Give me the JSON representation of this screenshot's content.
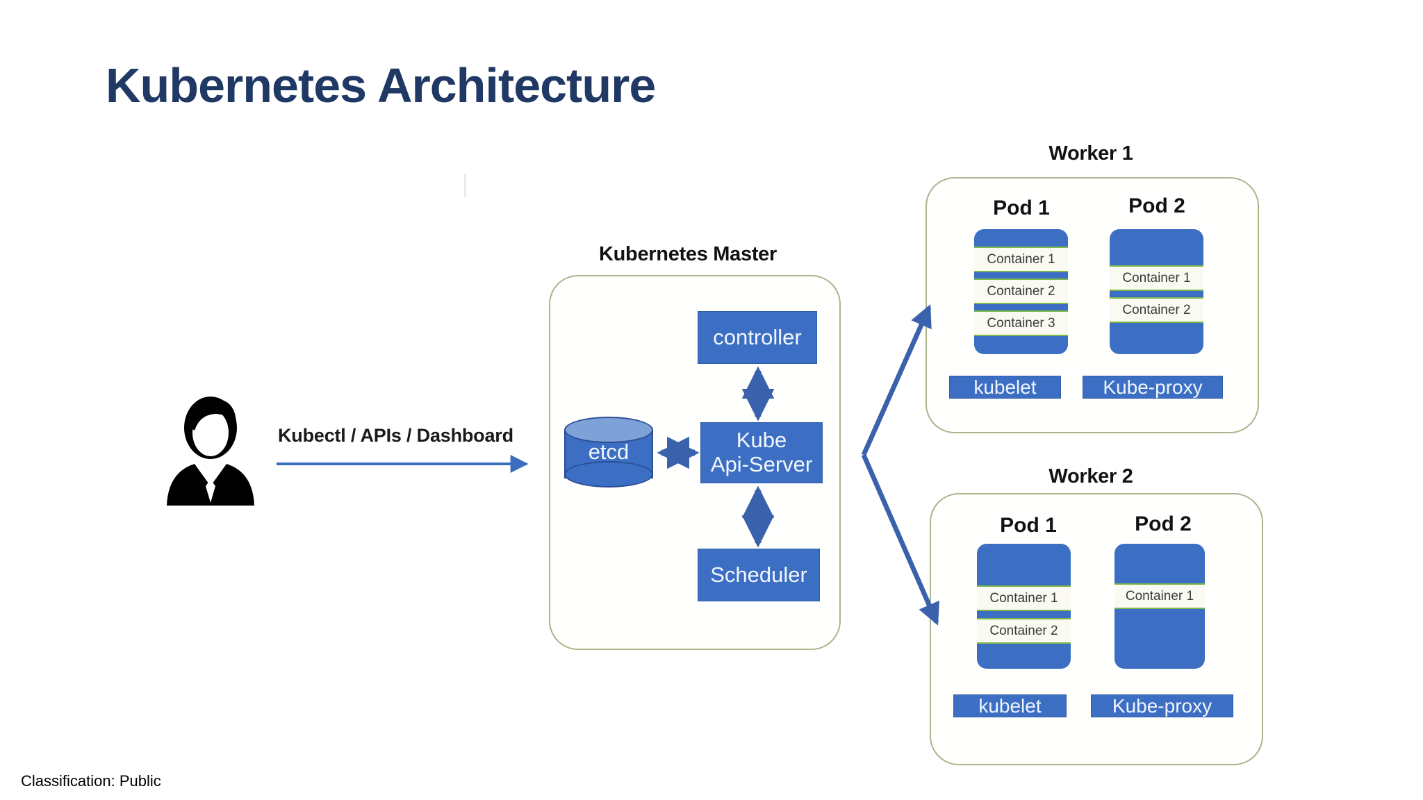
{
  "slide": {
    "title": "Kubernetes Architecture",
    "footer": "Classification: Public",
    "title_color": "#1F3864",
    "accent_blue": "#3C6FC4",
    "container_green": "#A9B68C",
    "strip_green": "#7DB84B",
    "arrow_blue": "#3A62AC"
  },
  "client": {
    "icon": "user-avatar-icon",
    "connection_label": "Kubectl / APIs / Dashboard"
  },
  "master": {
    "label": "Kubernetes Master",
    "components": {
      "controller": "controller",
      "api_server": "Kube\nApi-Server",
      "api_server_line1": "Kube",
      "api_server_line2": "Api-Server",
      "scheduler": "Scheduler",
      "etcd": "etcd"
    }
  },
  "workers": [
    {
      "label": "Worker 1",
      "pods": [
        {
          "label": "Pod 1",
          "containers": [
            "Container 1",
            "Container 2",
            "Container 3"
          ]
        },
        {
          "label": "Pod 2",
          "containers": [
            "Container 1",
            "Container 2"
          ]
        }
      ],
      "agents": {
        "kubelet": "kubelet",
        "kube_proxy": "Kube-proxy"
      }
    },
    {
      "label": "Worker 2",
      "pods": [
        {
          "label": "Pod 1",
          "containers": [
            "Container 1",
            "Container 2"
          ]
        },
        {
          "label": "Pod 2",
          "containers": [
            "Container 1"
          ]
        }
      ],
      "agents": {
        "kubelet": "kubelet",
        "kube_proxy": "Kube-proxy"
      }
    }
  ]
}
